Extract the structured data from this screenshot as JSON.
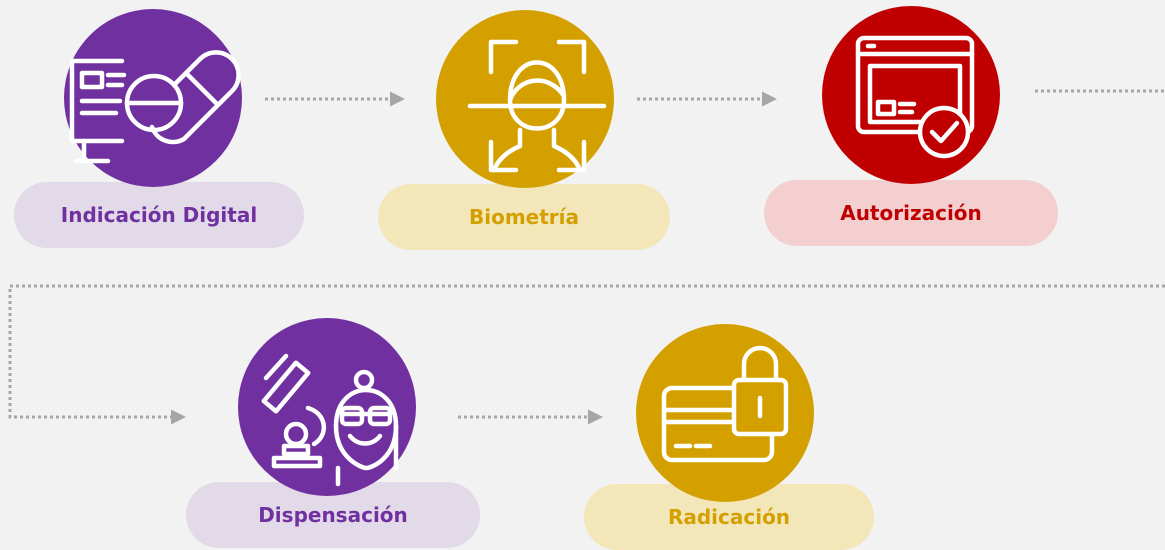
{
  "colors": {
    "background": "#f2f2f2",
    "purple": "#7030a0",
    "gold": "#d4a000",
    "red": "#c00000",
    "connector": "#a6a6a6",
    "purple_pill_bg": "#e2dae8",
    "gold_pill_bg": "#f3e6b8",
    "red_pill_bg": "#f3cfcf"
  },
  "steps": [
    {
      "label": "Indicación Digital",
      "icon": "digital-prescription-icon",
      "color": "purple"
    },
    {
      "label": "Biometría",
      "icon": "face-scan-icon",
      "color": "gold"
    },
    {
      "label": "Autorización",
      "icon": "approval-window-icon",
      "color": "red"
    },
    {
      "label": "Dispensación",
      "icon": "microscope-doctor-icon",
      "color": "purple"
    },
    {
      "label": "Radicación",
      "icon": "locked-card-icon",
      "color": "gold"
    }
  ]
}
